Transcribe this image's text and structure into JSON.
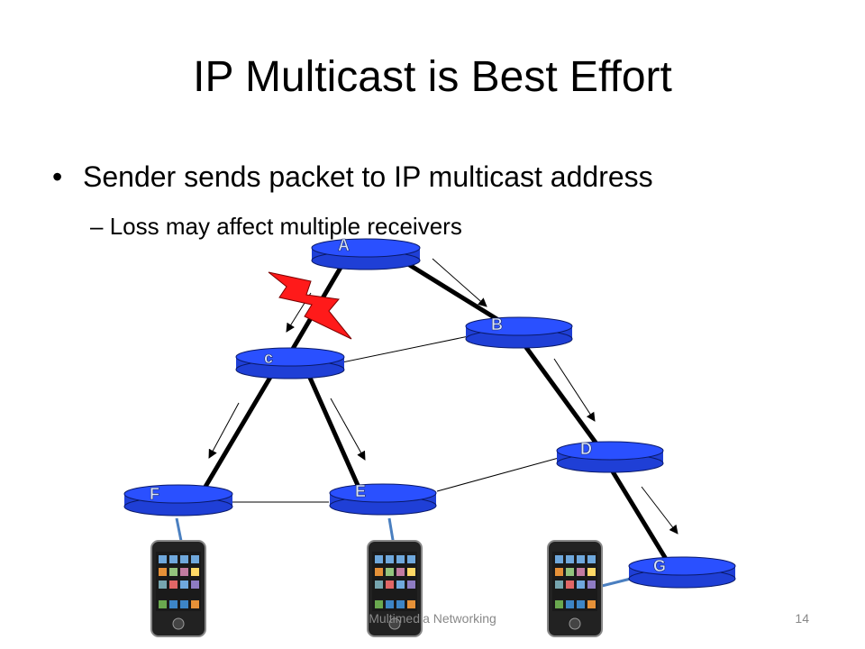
{
  "slide": {
    "title": "IP Multicast is Best Effort",
    "bullets": [
      {
        "text": "Sender sends packet to IP multicast address",
        "marker": "•"
      },
      {
        "text": "Loss may affect multiple receivers",
        "marker": "–"
      }
    ],
    "footer": "Multimedia Networking",
    "page_number": "14"
  },
  "diagram": {
    "nodes": [
      "A",
      "B",
      "c",
      "D",
      "E",
      "F",
      "G"
    ],
    "colors": {
      "router": "#1f3fd6",
      "router_top": "#2a50ff",
      "link": "#000000",
      "loss": "#ff1a1a",
      "phone_link": "#4a7fc0"
    }
  }
}
